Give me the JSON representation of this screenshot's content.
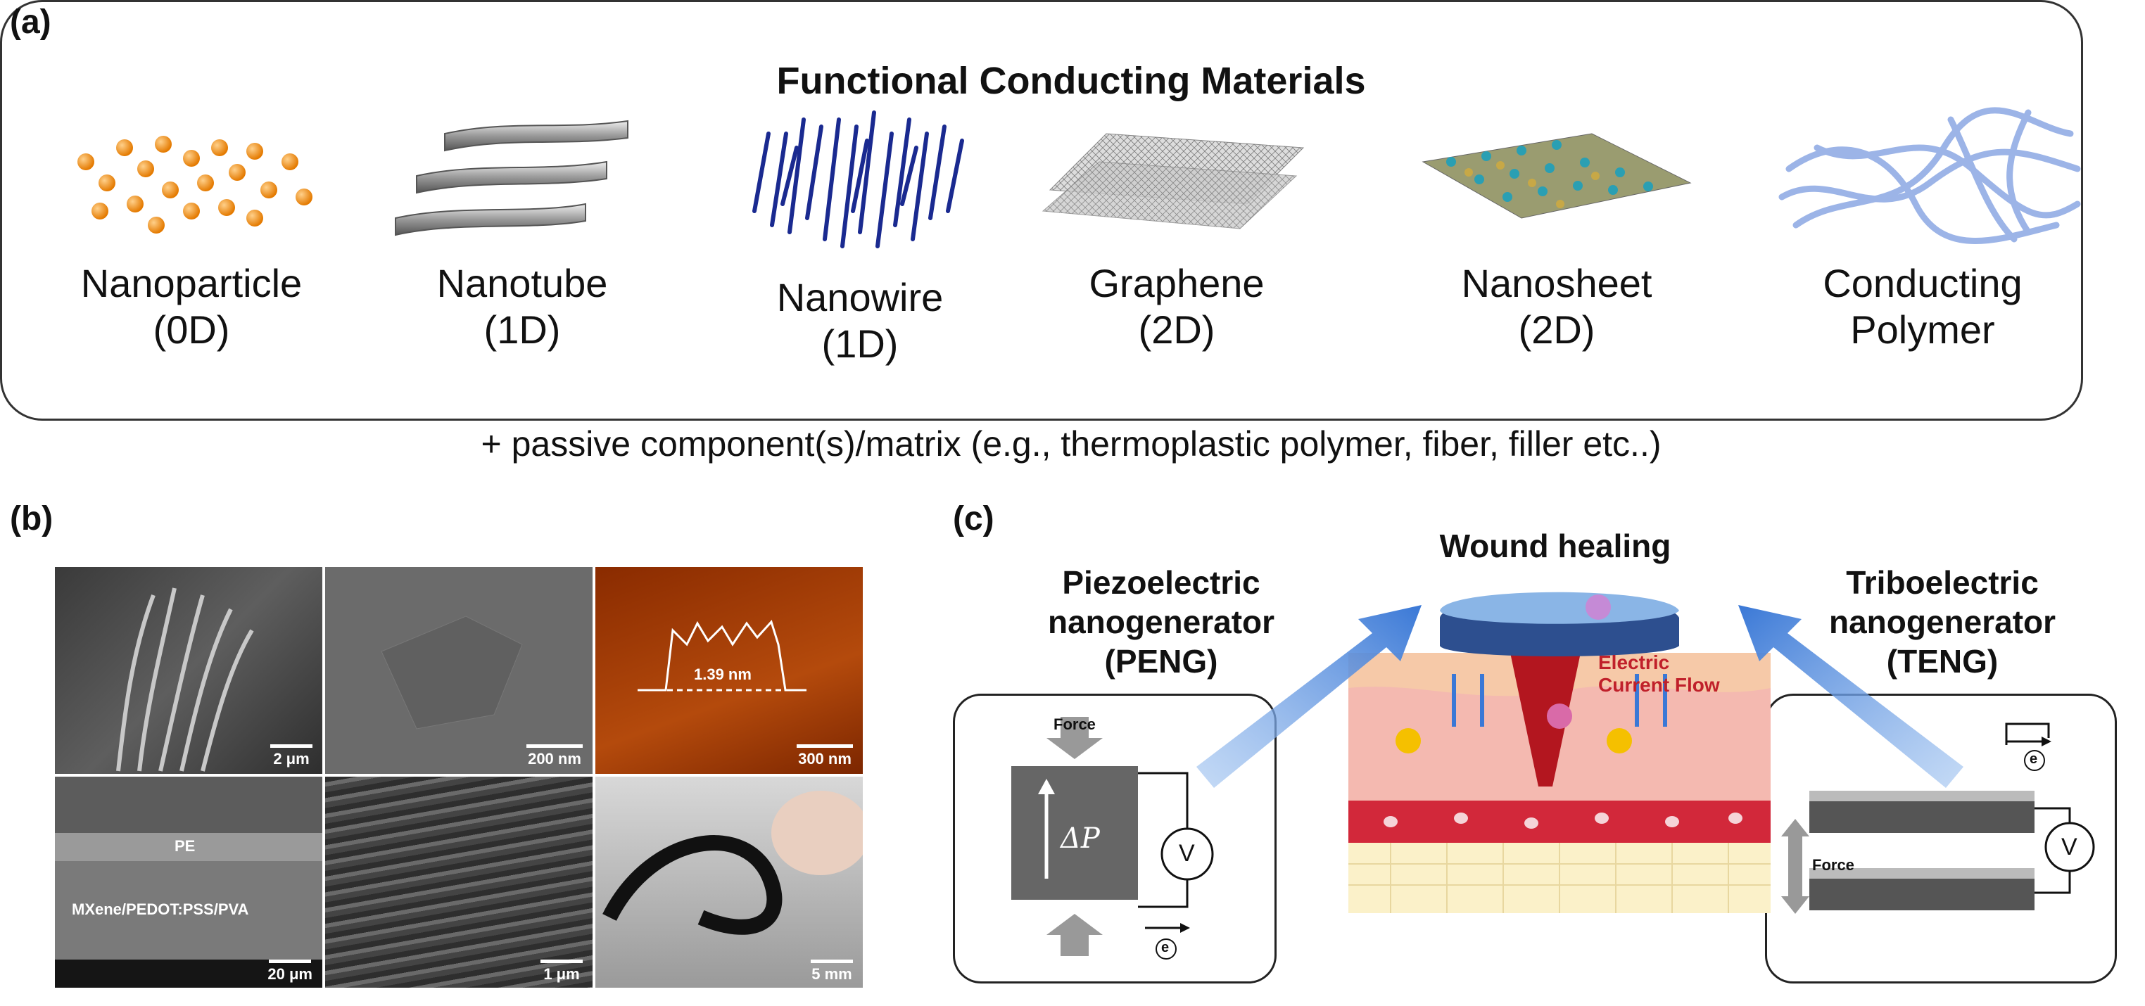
{
  "panel_a": {
    "letter": "(a)",
    "title": "Functional Conducting Materials",
    "materials": [
      {
        "name": "Nanoparticle",
        "dim": "(0D)",
        "icon": "nanoparticle-icon"
      },
      {
        "name": "Nanotube",
        "dim": "(1D)",
        "icon": "nanotube-icon"
      },
      {
        "name": "Nanowire",
        "dim": "(1D)",
        "icon": "nanowire-icon"
      },
      {
        "name": "Graphene",
        "dim": "(2D)",
        "icon": "graphene-icon"
      },
      {
        "name": "Nanosheet",
        "dim": "(2D)",
        "icon": "nanosheet-icon"
      },
      {
        "name": "Conducting",
        "dim": "Polymer",
        "icon": "conducting-polymer-icon"
      }
    ],
    "footer": "+ passive component(s)/matrix (e.g., thermoplastic polymer, fiber, filler etc..)"
  },
  "panel_b": {
    "letter": "(b)",
    "images": [
      {
        "scale": "2 μm"
      },
      {
        "scale": "200 nm"
      },
      {
        "scale": "300 nm",
        "annotation": "1.39 nm"
      },
      {
        "scale": "20 μm",
        "layer_top": "PE",
        "layer_bottom": "MXene/PEDOT:PSS/PVA"
      },
      {
        "scale": "1 μm"
      },
      {
        "scale": "5 mm"
      }
    ]
  },
  "panel_c": {
    "letter": "(c)",
    "center_title": "Wound healing",
    "peng_title": [
      "Piezoelectric",
      "nanogenerator",
      "(PENG)"
    ],
    "teng_title": [
      "Triboelectric",
      "nanogenerator",
      "(TENG)"
    ],
    "peng": {
      "force": "Force",
      "dp": "ΔP",
      "meter": "V",
      "electron": "e"
    },
    "teng": {
      "force": "Force",
      "meter": "V",
      "electron": "e"
    },
    "current_label": [
      "Electric",
      "Current Flow"
    ],
    "colors": {
      "arrow": "#3a78d6",
      "skin": "#f2b6a8",
      "vessel": "#c02030"
    }
  }
}
